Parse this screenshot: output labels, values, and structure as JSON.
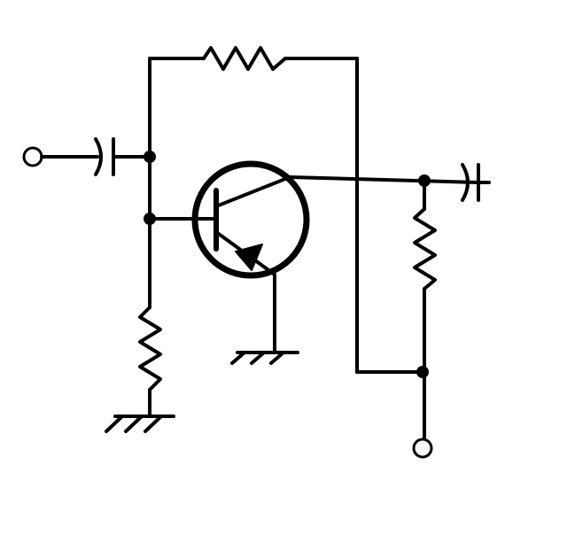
{
  "diagram": {
    "type": "circuit-schematic",
    "description_visible_text": "",
    "colors": {
      "stroke": "#000000",
      "background": "#ffffff",
      "terminal_fill": "#ffffff"
    },
    "components": [
      {
        "id": "q1",
        "kind": "pnp-transistor"
      },
      {
        "id": "r-feedback",
        "kind": "resistor"
      },
      {
        "id": "r-base",
        "kind": "resistor"
      },
      {
        "id": "r-collector",
        "kind": "resistor"
      },
      {
        "id": "c-in",
        "kind": "capacitor"
      },
      {
        "id": "c-out",
        "kind": "capacitor"
      },
      {
        "id": "gnd-base",
        "kind": "ground"
      },
      {
        "id": "gnd-emitter",
        "kind": "ground"
      },
      {
        "id": "term-in",
        "kind": "terminal"
      },
      {
        "id": "term-supply",
        "kind": "terminal"
      }
    ]
  }
}
